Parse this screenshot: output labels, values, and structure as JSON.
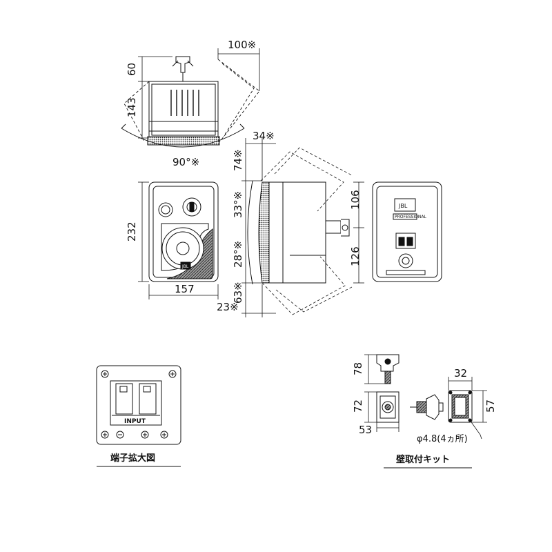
{
  "top_view": {
    "dim_width": "100※",
    "dim_bracket": "60",
    "dim_depth": "143",
    "dim_angle": "90°※"
  },
  "front_view": {
    "dim_height": "232",
    "dim_width": "157",
    "logo": "JBL"
  },
  "side_view": {
    "dim_top_depth": "34※",
    "dim_top_offset": "74※",
    "dim_up_angle": "33°※",
    "dim_down_angle": "28°※",
    "dim_bottom_offset": "63※",
    "dim_bottom_depth": "23※"
  },
  "rear_view": {
    "dim_upper": "106",
    "dim_lower": "126",
    "logo": "JBL",
    "badge": "PROFESSIONAL"
  },
  "terminal_detail": {
    "panel_label": "INPUT",
    "caption": "端子拡大図"
  },
  "wall_kit": {
    "dim_bracket_height": "78",
    "dim_plate_height": "72",
    "dim_plate_width": "53",
    "dim_mount_width": "32",
    "dim_mount_height": "57",
    "hole_note": "φ4.8(4ヵ所)",
    "caption": "壁取付キット"
  },
  "colors": {
    "line": "#111111",
    "hatch": "#333333",
    "body": "#ffffff"
  }
}
